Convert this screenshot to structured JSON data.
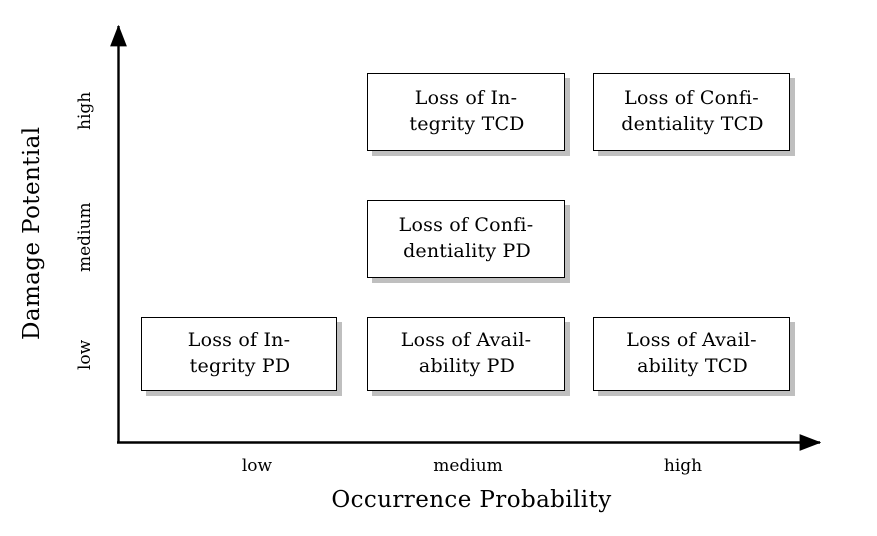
{
  "chart_data": {
    "type": "table",
    "title": "",
    "xlabel": "Occurrence Probability",
    "ylabel": "Damage Potential",
    "x_categories": [
      "low",
      "medium",
      "high"
    ],
    "y_categories": [
      "low",
      "medium",
      "high"
    ],
    "grid": false,
    "legend": "none",
    "axis_style": "arrow",
    "cells": [
      {
        "occurrence_probability": "medium",
        "damage_potential": "high",
        "label": "Loss of Integrity TCD",
        "line1": "Loss of In-",
        "line2": "tegrity TCD"
      },
      {
        "occurrence_probability": "high",
        "damage_potential": "high",
        "label": "Loss of Confidentiality TCD",
        "line1": "Loss of Confi-",
        "line2": "dentiality TCD"
      },
      {
        "occurrence_probability": "medium",
        "damage_potential": "medium",
        "label": "Loss of Confidentiality PD",
        "line1": "Loss of Confi-",
        "line2": "dentiality PD"
      },
      {
        "occurrence_probability": "low",
        "damage_potential": "low",
        "label": "Loss of Integrity PD",
        "line1": "Loss of In-",
        "line2": "tegrity PD"
      },
      {
        "occurrence_probability": "medium",
        "damage_potential": "low",
        "label": "Loss of Availability PD",
        "line1": "Loss of Avail-",
        "line2": "ability PD"
      },
      {
        "occurrence_probability": "high",
        "damage_potential": "low",
        "label": "Loss of Availability TCD",
        "line1": "Loss of Avail-",
        "line2": "ability TCD"
      }
    ]
  },
  "axes": {
    "y_title": "Damage Potential",
    "x_title": "Occurrence Probability",
    "y_ticks": {
      "high": "high",
      "medium": "medium",
      "low": "low"
    },
    "x_ticks": {
      "low": "low",
      "medium": "medium",
      "high": "high"
    }
  },
  "colors": {
    "background": "#ffffff",
    "ink": "#000000",
    "box_fill": "#ffffff",
    "box_border": "#000000",
    "box_shadow": "#bfbfbf"
  }
}
